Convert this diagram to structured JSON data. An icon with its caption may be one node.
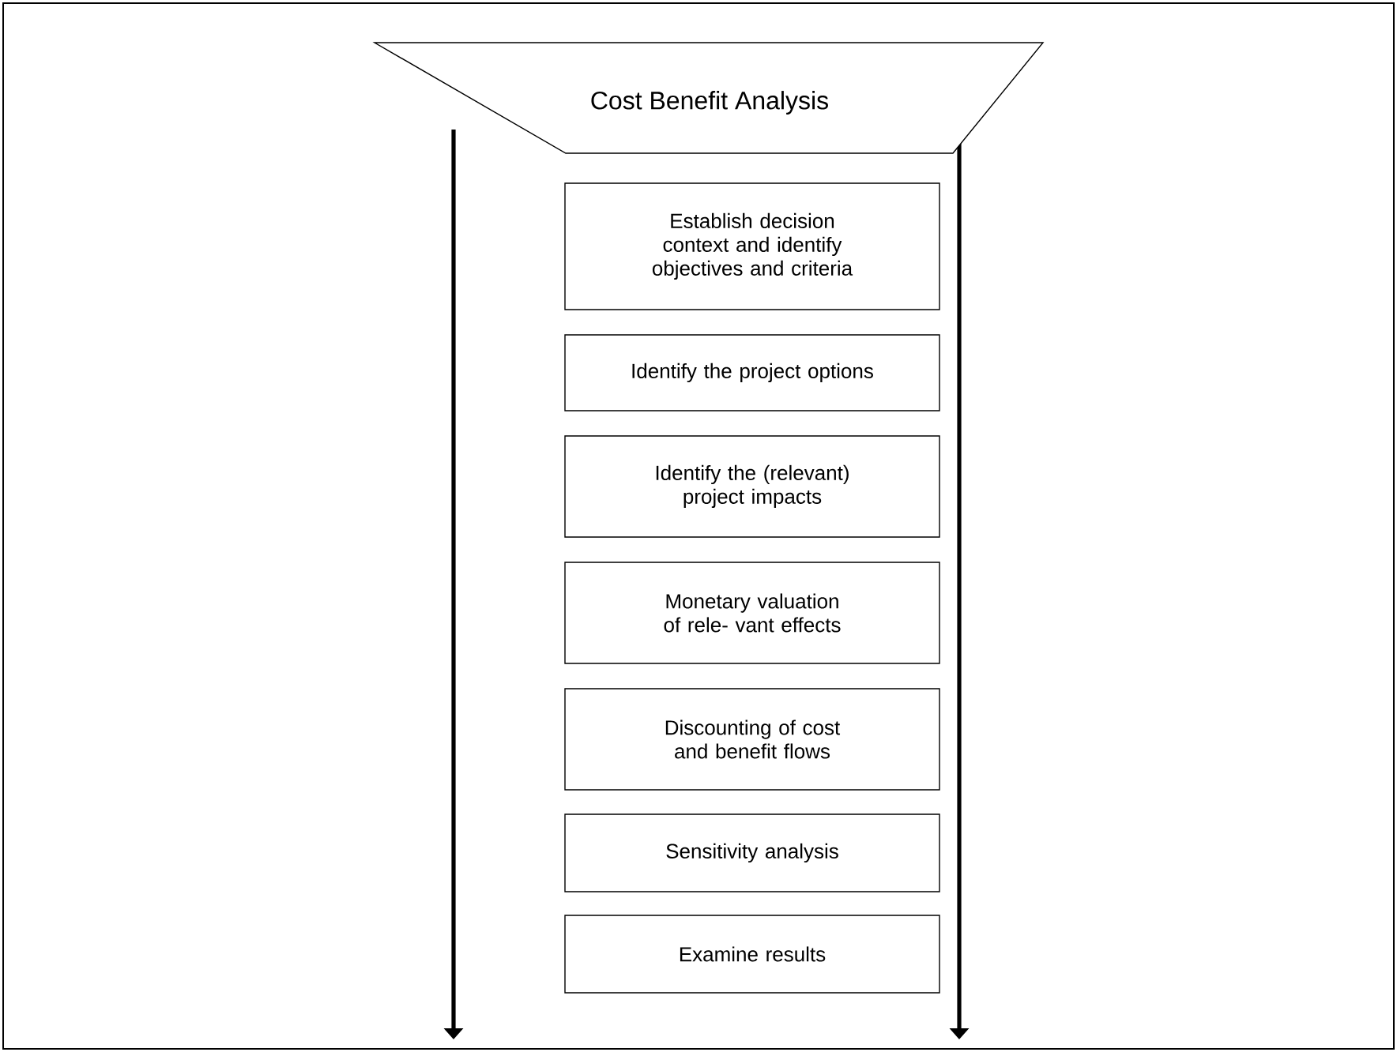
{
  "diagram": {
    "nodes": [
      {
        "text": [
          "Cost Benefit Analysis"
        ]
      },
      {
        "text": [
          "Establish decision context and identify objectives and criteria"
        ]
      },
      {
        "text": [
          "Identify the project options"
        ]
      },
      {
        "text": [
          "Identify the (relevant) project impacts"
        ]
      },
      {
        "text": [
          "Monetary valuation of rele- vant effects"
        ]
      },
      {
        "text": [
          "Discounting of cost and benefit flows"
        ]
      },
      {
        "text": [
          "Sensitivity analysis"
        ]
      },
      {
        "text": [
          "Examine results"
        ]
      }
    ]
  }
}
